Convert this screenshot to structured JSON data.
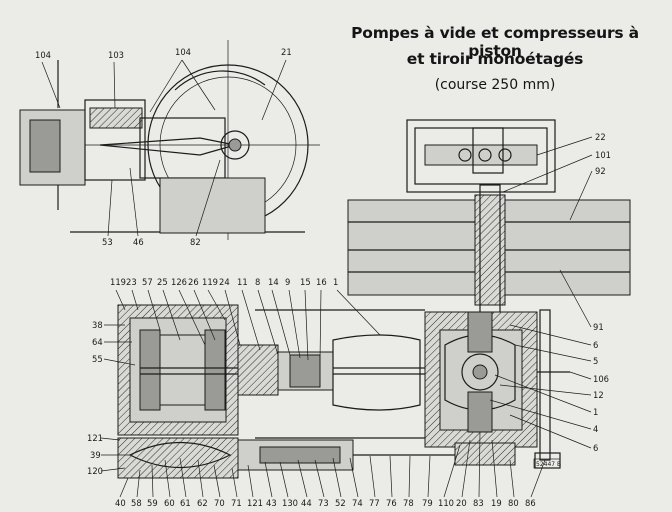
{
  "title": {
    "line1": "Pompes à vide et compresseurs à piston",
    "line2": "et tiroir monoétagés",
    "line3": "(course 250 mm)"
  },
  "callouts_top_view": [
    "104",
    "103",
    "104",
    "21",
    "53",
    "46",
    "82"
  ],
  "callouts_top_section": [
    "119",
    "23",
    "57",
    "25",
    "126",
    "26",
    "119",
    "24",
    "11",
    "8",
    "14",
    "9",
    "15",
    "16",
    "1"
  ],
  "callouts_left_section": [
    "38",
    "64",
    "55",
    "121",
    "39",
    "120"
  ],
  "callouts_bottom_section": [
    "40",
    "58",
    "59",
    "60",
    "61",
    "62",
    "70",
    "71",
    "121",
    "43",
    "130",
    "44",
    "73",
    "52",
    "74",
    "77",
    "76",
    "78",
    "79",
    "110",
    "20",
    "83",
    "19",
    "80",
    "86"
  ],
  "callouts_right": [
    "22",
    "101",
    "92",
    "91",
    "6",
    "5",
    "106",
    "12",
    "1",
    "4",
    "6"
  ],
  "drawing_number": "52447 B"
}
